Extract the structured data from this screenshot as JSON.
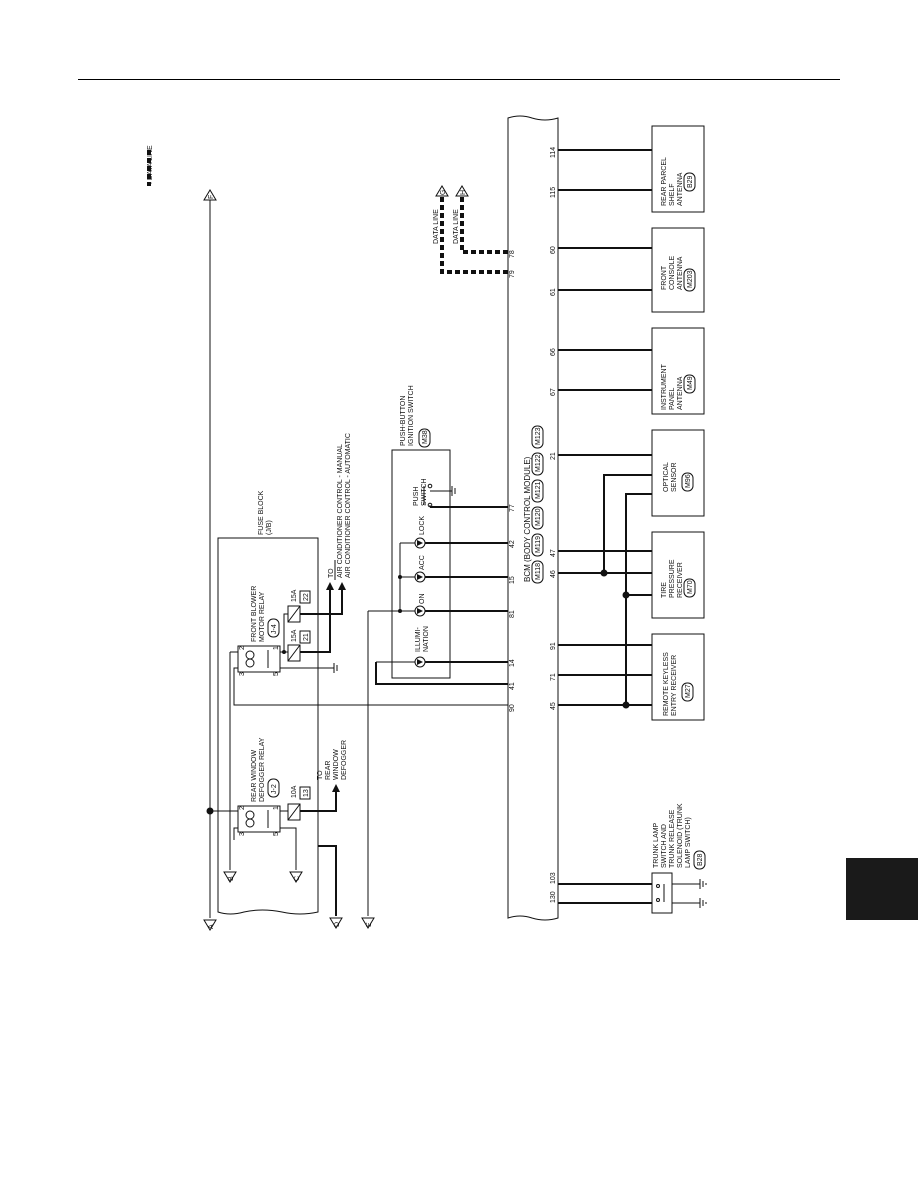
{
  "legend": {
    "data_line": ": DATA LINE"
  },
  "connectors": {
    "a": "A",
    "b": "B",
    "c": "C",
    "d": "D",
    "e": "E",
    "f": "F",
    "g": "G",
    "h": "H"
  },
  "data_lines": {
    "g": "DATA LINE",
    "h": "DATA LINE"
  },
  "bcm": {
    "label": "BCM (BODY CONTROL MODULE)",
    "codes": [
      "M118",
      "M119",
      "M120",
      "M121",
      "M122",
      "M123"
    ],
    "sep": ",",
    "pins": {
      "p114": "114",
      "p115": "115",
      "p78": "78",
      "p79": "79",
      "p60": "60",
      "p61": "61",
      "p66": "66",
      "p67": "67",
      "p21": "21",
      "p77": "77",
      "p47": "47",
      "p42": "42",
      "p46": "46",
      "p15": "15",
      "p81": "81",
      "p91": "91",
      "p14": "14",
      "p71": "71",
      "p41": "41",
      "p90": "90",
      "p45": "45",
      "p130": "130",
      "p103": "103"
    }
  },
  "fuse_block": {
    "title": "FUSE BLOCK",
    "code": "(J/B)"
  },
  "front_blower_relay": {
    "line1": "FRONT BLOWER",
    "line2": "MOTOR RELAY",
    "code": "J-4",
    "pins": [
      "3",
      "2",
      "1",
      "5"
    ]
  },
  "rear_defogger_relay": {
    "line1": "REAR WINDOW",
    "line2": "DEFOGGER RELAY",
    "code": "J-2",
    "pins": [
      "3",
      "2",
      "1",
      "5"
    ]
  },
  "fuses": [
    {
      "amp": "15A",
      "num": "21"
    },
    {
      "amp": "15A",
      "num": "22"
    },
    {
      "amp": "10A",
      "num": "13"
    }
  ],
  "ac_to": {
    "to": "TO",
    "manual": "AIR CONDITIONER CONTROL - MANUAL",
    "auto": "AIR CONDITIONER CONTROL - AUTOMATIC"
  },
  "defogger_to": {
    "to": "TO",
    "l1": "REAR",
    "l2": "WINDOW",
    "l3": "DEFOGGER"
  },
  "push_button": {
    "line1": "PUSH-BUTTON",
    "line2": "IGNITION SWITCH",
    "code": "M38",
    "push_switch": [
      "PUSH",
      "SWITCH"
    ],
    "leds": [
      "LOCK",
      "ACC",
      "ON"
    ],
    "illum": [
      "ILLUMI-",
      "NATION"
    ]
  },
  "components": {
    "rear_parcel": {
      "lines": [
        "REAR PARCEL",
        "SHELF",
        "ANTENNA"
      ],
      "code": "B29"
    },
    "front_console": {
      "lines": [
        "FRONT",
        "CONSOLE",
        "ANTENNA"
      ],
      "code": "M203"
    },
    "instrument": {
      "lines": [
        "INSTRUMENT",
        "PANEL",
        "ANTENNA"
      ],
      "code": "M49"
    },
    "optical": {
      "lines": [
        "OPTICAL",
        "SENSOR"
      ],
      "code": "M96"
    },
    "tire": {
      "lines": [
        "TIRE",
        "PRESSURE",
        "RECEIVER"
      ],
      "code": "M70"
    },
    "keyless": {
      "lines": [
        "REMOTE KEYLESS",
        "ENTRY RECEIVER"
      ],
      "code": "M27"
    },
    "trunk": {
      "lines": [
        "TRUNK LAMP",
        "SWITCH AND",
        "TRUNK RELEASE",
        "SOLENOID (TRUNK",
        "LAMP SWITCH)"
      ],
      "code": "B28"
    }
  }
}
